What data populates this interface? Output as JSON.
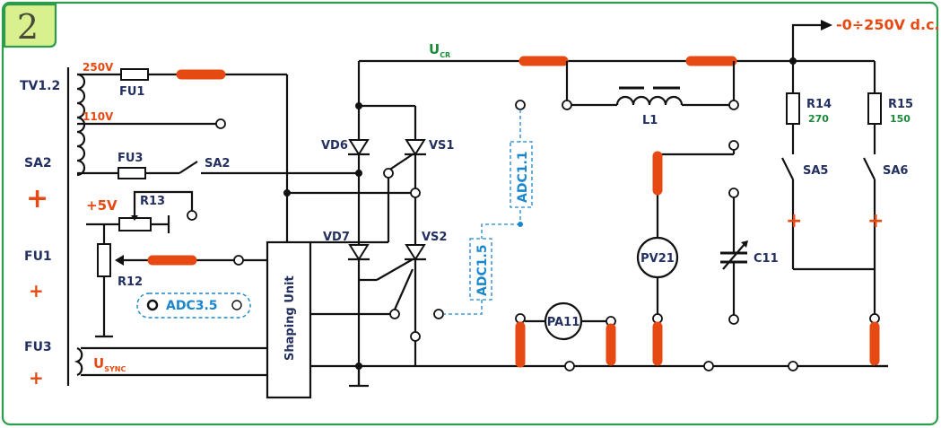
{
  "badge": {
    "number": "2"
  },
  "left_labels": {
    "tv": "TV1.2",
    "sa2": "SA2",
    "fu1": "FU1",
    "fu3": "FU3",
    "plus1": "+",
    "plus2": "+",
    "plus3": "+"
  },
  "transformer": {
    "tap_250": "250V",
    "tap_110": "110V",
    "fu1": "FU1",
    "fu3": "FU3",
    "sa2": "SA2",
    "usync_main": "U",
    "usync_sub": "SYNC"
  },
  "control": {
    "plus5v": "+5V",
    "r13": "R13",
    "r12": "R12",
    "adc35": "ADC3.5",
    "shaping_unit": "Shaping Unit"
  },
  "bridge": {
    "vd6": "VD6",
    "vd7": "VD7",
    "vs1": "VS1",
    "vs2": "VS2"
  },
  "dc_side": {
    "ucr_main": "U",
    "ucr_sub": "CR",
    "adc11": "ADC1.1",
    "adc15": "ADC1.5",
    "l1": "L1",
    "pa11": "PA11",
    "pv21": "PV21",
    "c11": "C11",
    "output": "-0÷250V d.c.",
    "r14": "R14",
    "r14_val": "270",
    "r15": "R15",
    "r15_val": "150",
    "sa5": "SA5",
    "sa6": "SA6",
    "plus_sa5": "+",
    "plus_sa6": "+"
  },
  "colors": {
    "frame": "#2e9a4b",
    "badge_fill": "#d9f08f",
    "connector": "#e64a12",
    "label_dark": "#23305f",
    "label_blue": "#1a86cc",
    "label_green": "#1b8a3a"
  }
}
